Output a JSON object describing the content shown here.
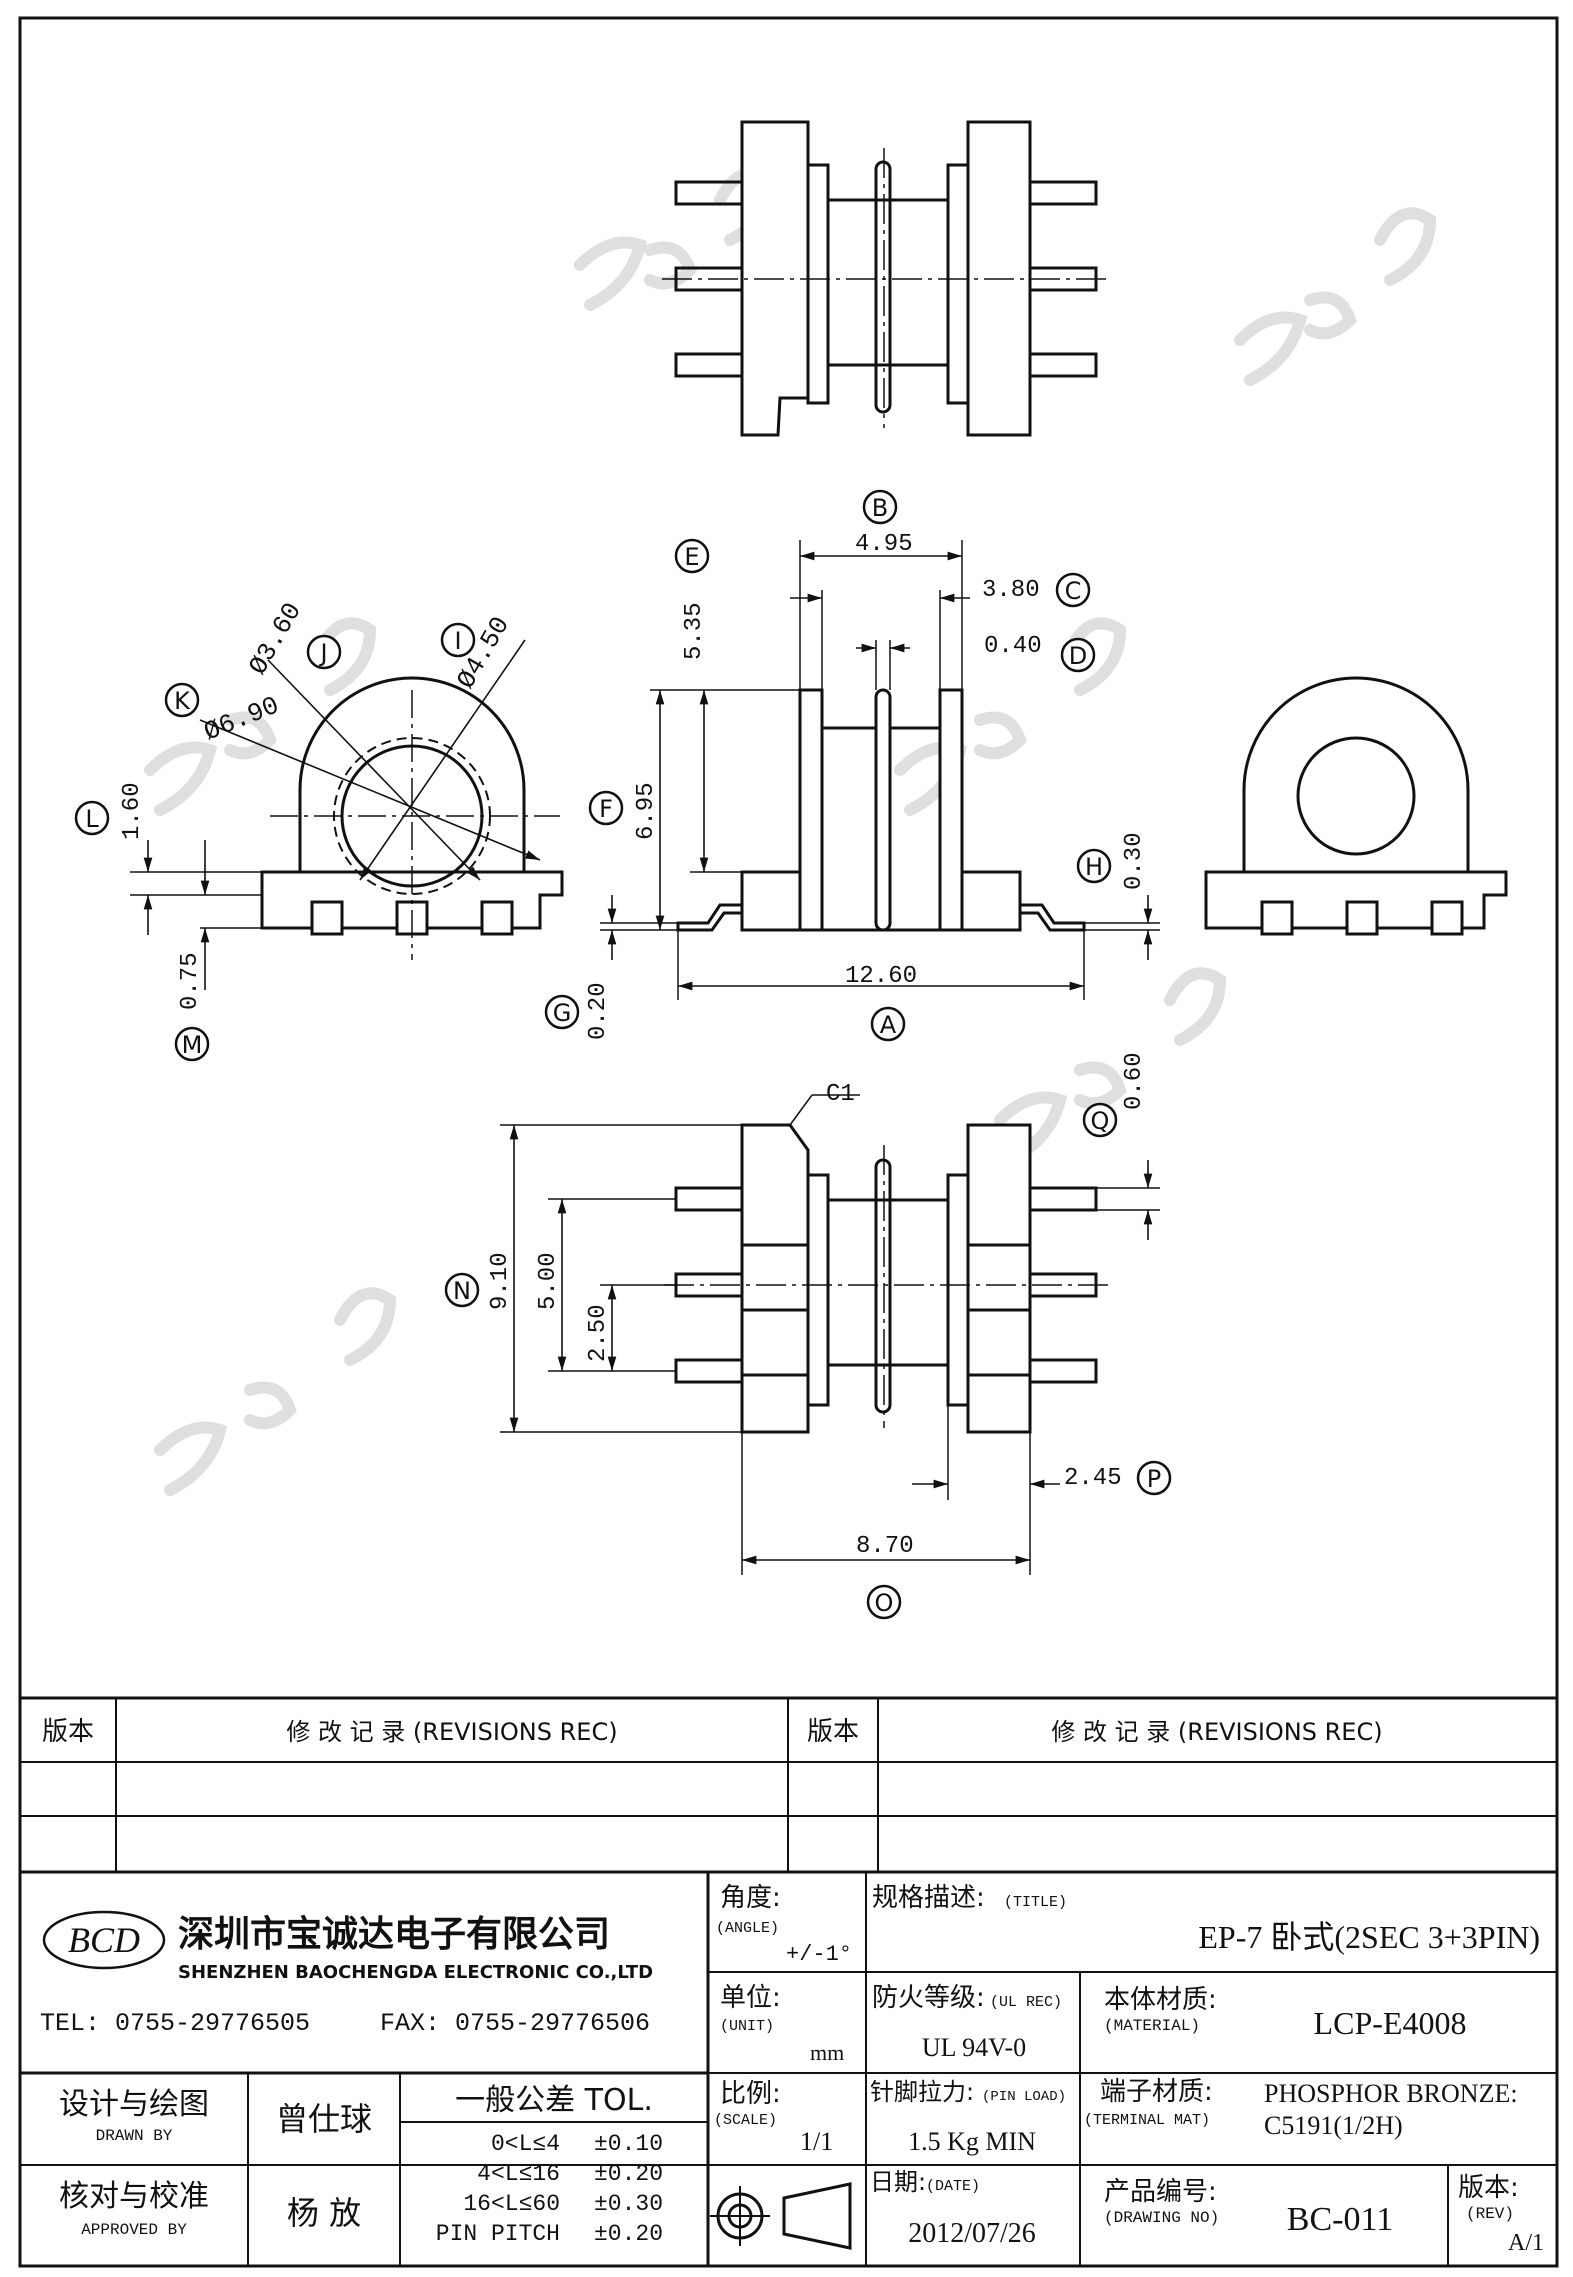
{
  "views": {
    "side": {
      "dim_b": "4.95",
      "dim_c": "3.80",
      "dim_d": "0.40",
      "dim_e": "5.35",
      "dim_f": "6.95",
      "dim_g": "0.20",
      "dim_h": "0.30",
      "dim_a": "12.60",
      "lbl_a": "A",
      "lbl_b": "B",
      "lbl_c": "C",
      "lbl_d": "D",
      "lbl_e": "E",
      "lbl_f": "F",
      "lbl_g": "G",
      "lbl_h": "H"
    },
    "front": {
      "dim_i": "Ø4.50",
      "dim_j": "Ø3.60",
      "dim_k": "Ø6.90",
      "dim_l": "1.60",
      "dim_m": "0.75",
      "lbl_i": "I",
      "lbl_j": "J",
      "lbl_k": "K",
      "lbl_l": "L",
      "lbl_m": "M"
    },
    "bottom": {
      "chamfer": "C1",
      "dim_q": "0.60",
      "dim_n": "9.10",
      "dim_500": "5.00",
      "dim_250": "2.50",
      "dim_p": "2.45",
      "dim_o": "8.70",
      "lbl_q": "Q",
      "lbl_n": "N",
      "lbl_p": "P",
      "lbl_o": "O"
    }
  },
  "revisions": {
    "col_rev_left": "版本",
    "col_rec_left": "修 改 记 录 (REVISIONS REC)",
    "col_rev_right": "版本",
    "col_rec_right": "修 改 记 录 (REVISIONS REC)"
  },
  "company": {
    "logo": "BCD",
    "name_cn": "深圳市宝诚达电子有限公司",
    "name_en": "SHENZHEN BAOCHENGDA ELECTRONIC CO.,LTD",
    "tel": "TEL: 0755-29776505",
    "fax": "FAX: 0755-29776506"
  },
  "title_block": {
    "angle_label": "角度:",
    "angle_label_en": "(ANGLE)",
    "angle_value": "+/-1°",
    "title_label": "规格描述:",
    "title_label_en": "(TITLE)",
    "title_value": "EP-7 卧式(2SEC 3+3PIN)",
    "unit_label": "单位:",
    "unit_label_en": "(UNIT)",
    "unit_value": "mm",
    "ul_label": "防火等级:",
    "ul_label_en": "(UL REC)",
    "ul_value": "UL 94V-0",
    "material_label": "本体材质:",
    "material_label_en": "(MATERIAL)",
    "material_value": "LCP-E4008",
    "drawn_label": "设计与绘图",
    "drawn_label_en": "DRAWN BY",
    "drawn_value": "曾仕球",
    "tol_title": "一般公差 TOL.",
    "tol_rows": [
      {
        "range": "0<L≤4",
        "value": "±0.10"
      },
      {
        "range": "4<L≤16",
        "value": "±0.20"
      },
      {
        "range": "16<L≤60",
        "value": "±0.30"
      },
      {
        "range": "PIN PITCH",
        "value": "±0.20"
      }
    ],
    "scale_label": "比例:",
    "scale_label_en": "(SCALE)",
    "scale_value": "1/1",
    "pin_load_label": "针脚拉力:",
    "pin_load_label_en": "(PIN LOAD)",
    "pin_load_value": "1.5 Kg MIN",
    "terminal_label": "端子材质:",
    "terminal_label_en": "(TERMINAL MAT)",
    "terminal_value_1": "PHOSPHOR BRONZE:",
    "terminal_value_2": "C5191(1/2H)",
    "approved_label": "核对与校准",
    "approved_label_en": "APPROVED BY",
    "approved_value": "杨 放",
    "date_label": "日期:",
    "date_label_en": "(DATE)",
    "date_value": "2012/07/26",
    "drawing_no_label": "产品编号:",
    "drawing_no_label_en": "(DRAWING NO)",
    "drawing_no_value": "BC-011",
    "rev_label": "版本:",
    "rev_label_en": "(REV)",
    "rev_value": "A/1"
  },
  "colors": {
    "ink": "#111111",
    "watermark": "#d9d9d9",
    "paper": "#ffffff"
  }
}
